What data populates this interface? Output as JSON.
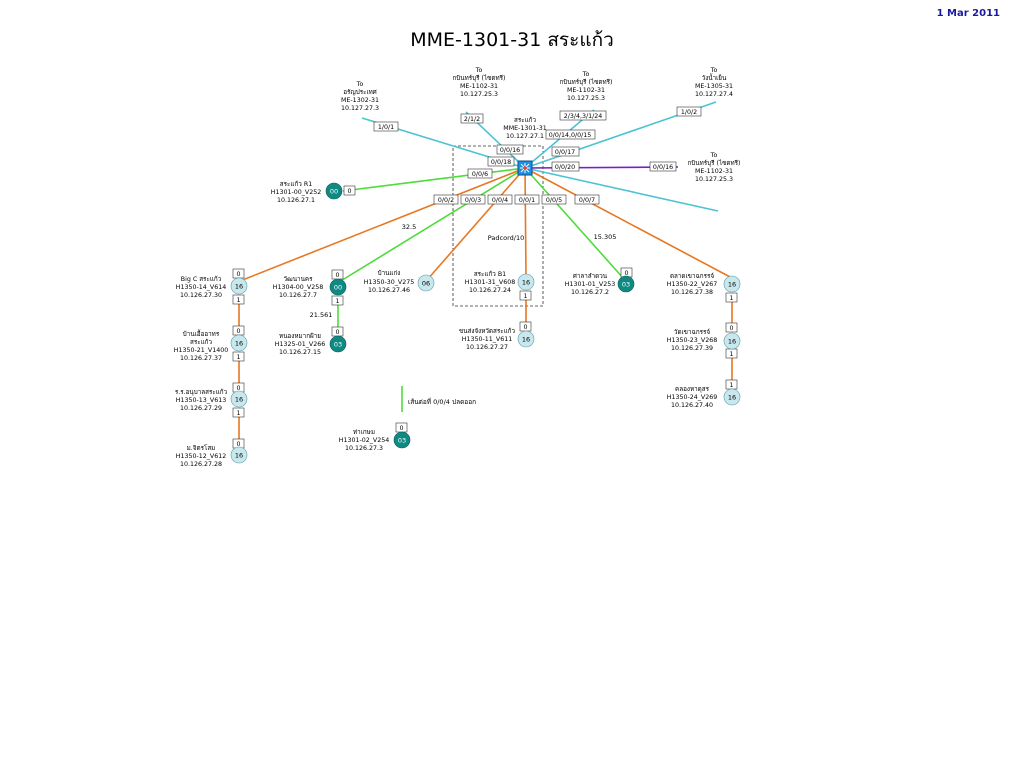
{
  "header": {
    "title": "MME-1301-31 สระแก้ว",
    "date": "1 Mar 2011"
  },
  "colors": {
    "cyan": "#4cc3d3",
    "orange": "#e87722",
    "green": "#4ddc3a",
    "purple": "#7a1fc4",
    "dark_node": "#0e8a82",
    "light_node": "#c8e8ee"
  },
  "hub": {
    "label": [
      "สระแก้ว",
      "MME-1301-31",
      "10.127.27.1"
    ]
  },
  "upstream": [
    {
      "id": "u1",
      "label": [
        "To",
        "อรัญประเทศ",
        "ME-1302-31",
        "10.127.27.3"
      ],
      "port": "1/0/1",
      "color": "cyan"
    },
    {
      "id": "u2",
      "label": [
        "To",
        "กบินทร์บุรี (ไซตทรี)",
        "ME-1102-31",
        "10.127.25.3"
      ],
      "port": "2/1/2",
      "color": "cyan"
    },
    {
      "id": "u3",
      "label": [
        "To",
        "กบินทร์บุรี (ไซตทรี)",
        "ME-1102-31",
        "10.127.25.3"
      ],
      "port": "2/3/4,3/1/24",
      "color": "cyan"
    },
    {
      "id": "u4",
      "label": [
        "To",
        "วังน้ำเย็น",
        "ME-1305-31",
        "10.127.27.4"
      ],
      "port": "1/0/2",
      "color": "cyan"
    },
    {
      "id": "u5",
      "label": [
        "To",
        "กบินทร์บุรี (ไซตทรี)",
        "ME-1102-31",
        "10.127.25.3"
      ],
      "port": "0/0/16",
      "color": "purple"
    }
  ],
  "hub_ports": [
    "0/0/16",
    "0/0/18",
    "0/0/6",
    "0/0/17",
    "0/0/14,0/0/15",
    "0/0/20",
    "0/0/2",
    "0/0/3",
    "0/0/4",
    "0/0/1",
    "0/0/5",
    "0/0/7"
  ],
  "nodes": [
    {
      "id": "r1",
      "label": [
        "สระแก้ว R1",
        "H1301-00_V252",
        "10.126.27.1"
      ],
      "badge": "00",
      "dark": true
    },
    {
      "id": "n14",
      "label": [
        "Big C สระแก้ว",
        "H1350-14_V614",
        "10.126.27.30"
      ],
      "badge": "16",
      "dark": false
    },
    {
      "id": "n21",
      "label": [
        "บ้านเอื้ออาทร",
        "สระแก้ว",
        "H1350-21_V1400",
        "10.126.27.37"
      ],
      "badge": "16",
      "dark": false
    },
    {
      "id": "n13",
      "label": [
        "ร.ร.อนุบาลสระแก้ว",
        "H1350-13_V613",
        "10.126.27.29"
      ],
      "badge": "16",
      "dark": false
    },
    {
      "id": "n12",
      "label": [
        "ม.จิตรโสม",
        "H1350-12_V612",
        "10.126.27.28"
      ],
      "badge": "16",
      "dark": false
    },
    {
      "id": "n04",
      "label": [
        "วัฒนานคร",
        "H1304-00_V258",
        "10.126.27.7"
      ],
      "badge": "00",
      "dark": true
    },
    {
      "id": "n25",
      "label": [
        "หนองหมากฝ้าย",
        "H1325-01_V266",
        "10.126.27.15"
      ],
      "badge": "03",
      "dark": true
    },
    {
      "id": "n30",
      "label": [
        "บ้านแก่ง",
        "H1350-30_V275",
        "10.126.27.46"
      ],
      "badge": "06",
      "dark": false
    },
    {
      "id": "n31",
      "label": [
        "สระแก้ว B1",
        "H1301-31_V608",
        "10.126.27.24"
      ],
      "badge": "16",
      "dark": false
    },
    {
      "id": "n11",
      "label": [
        "ขนส่งจังหวัดสระแก้ว",
        "H1350-11_V611",
        "10.126.27.27"
      ],
      "badge": "16",
      "dark": false
    },
    {
      "id": "n01",
      "label": [
        "ศาลาลำดวน",
        "H1301-01_V253",
        "10.126.27.2"
      ],
      "badge": "03",
      "dark": true
    },
    {
      "id": "n22",
      "label": [
        "ตลาดเขาฉกรรจ์",
        "H1350-22_V267",
        "10.126.27.38"
      ],
      "badge": "16",
      "dark": false
    },
    {
      "id": "n23",
      "label": [
        "วัดเขาฉกรรจ์",
        "H1350-23_V268",
        "10.126.27.39"
      ],
      "badge": "16",
      "dark": false
    },
    {
      "id": "n24",
      "label": [
        "คลองหาดุสร",
        "H1350-24_V269",
        "10.126.27.40"
      ],
      "badge": "16",
      "dark": false
    },
    {
      "id": "n02",
      "label": [
        "ท่าเกษม",
        "H1301-02_V254",
        "10.126.27.3"
      ],
      "badge": "03",
      "dark": true
    }
  ],
  "node_ports": [
    "0",
    "0",
    "1",
    "0",
    "1",
    "0",
    "1",
    "0",
    "0",
    "1",
    "0",
    "1",
    "0",
    "0",
    "1",
    "0",
    "1",
    "1",
    "0"
  ],
  "annotations": {
    "a1": "32.5",
    "a2": "Padcord/10",
    "a3": "15.305",
    "a4": "21.561",
    "a5": "เส้นต่อที่ 0/0/4 ปลดออก"
  }
}
